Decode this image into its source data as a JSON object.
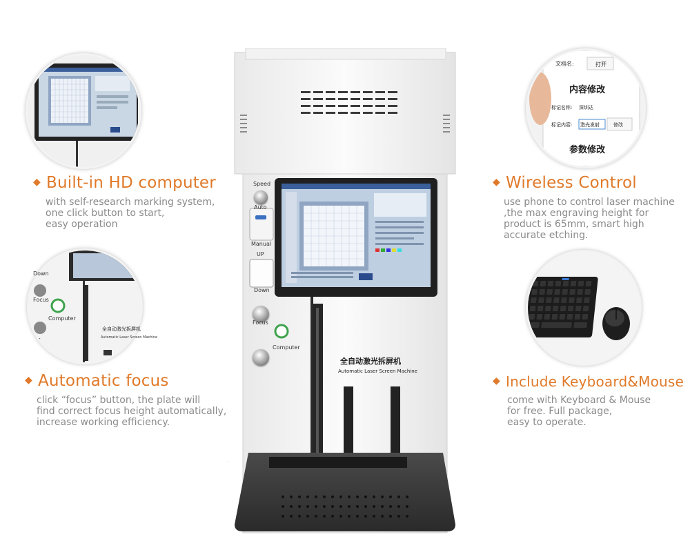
{
  "features": [
    {
      "id": "hd-computer",
      "title": "Built-in HD computer",
      "desc": [
        "with self-research marking system,",
        "one click button to start,",
        "easy operation"
      ]
    },
    {
      "id": "wireless",
      "title": "Wireless Control",
      "desc": [
        "use phone to control laser machine",
        ",the max engraving height for",
        "product is 65mm, smart high",
        "accurate etching."
      ]
    },
    {
      "id": "auto-focus",
      "title": "Automatic focus",
      "desc": [
        "click “focus” button, the plate will",
        "find correct focus height automatically,",
        "increase working efficiency."
      ]
    },
    {
      "id": "keyboard",
      "title": "Include Keyboard&Mouse",
      "desc": [
        "come with Keyboard & Mouse",
        "for free. Full package,",
        "easy to operate."
      ]
    }
  ],
  "machine": {
    "buttons": {
      "speed": "Speed",
      "auto": "Auto",
      "manual": "Manual",
      "up": "UP",
      "down": "Down",
      "focus": "Focus",
      "computer": "Computer"
    },
    "label_cn": "全自动激光拆屏机",
    "label_en": "Automatic Laser Screen Machine"
  },
  "phone": {
    "file_label": "文档名:",
    "open_button": "打开",
    "section_title": "内容修改",
    "mark_name_label": "标记名称:",
    "mark_name_value": "深圳达",
    "mark_content_label": "标记内容:",
    "mark_content_value": "激光发射",
    "modify_button": "修改",
    "params_title": "参数修改"
  },
  "colors": {
    "accent": "#e07a2a",
    "desc_text": "#8a8a8a",
    "power_green": "#3fa34d"
  }
}
